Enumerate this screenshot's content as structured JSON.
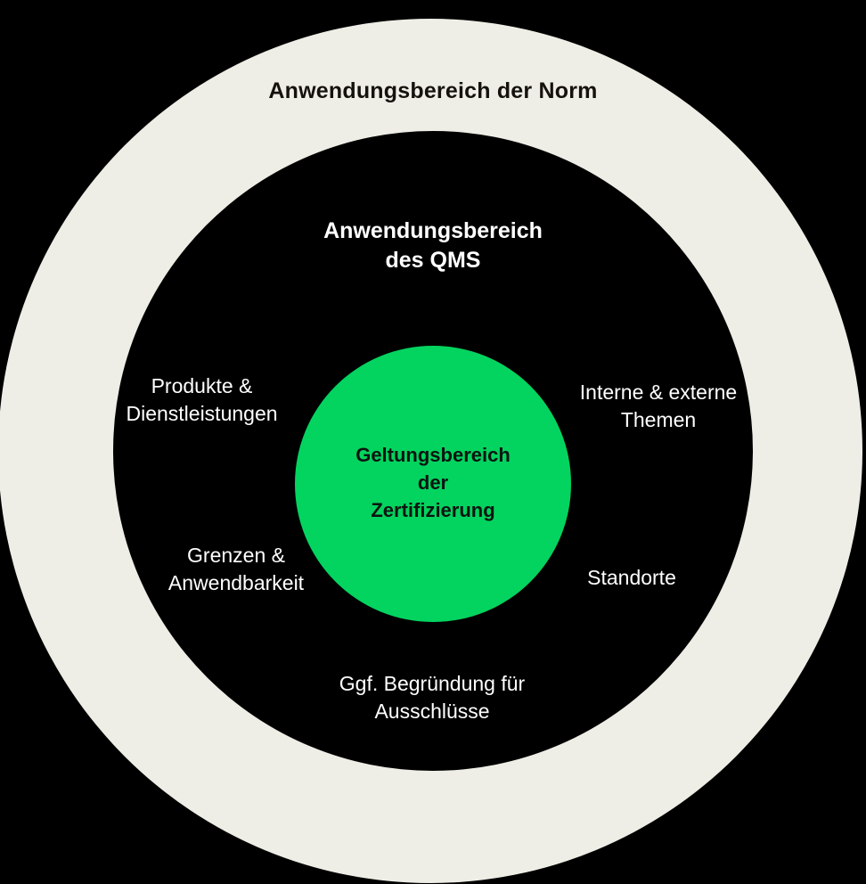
{
  "diagram": {
    "type": "concentric-circles",
    "background_color": "#000000",
    "rings": [
      {
        "name": "outer",
        "label": "Anwendungsbereich der Norm",
        "fill_color": "#EFEEE6",
        "text_color": "#16110D"
      },
      {
        "name": "middle",
        "label": "Anwendungsbereich\ndes QMS",
        "fill_color": "#000000",
        "text_color": "#FFFFFF"
      },
      {
        "name": "inner",
        "label": "Geltungsbereich\nder\nZertifizierung",
        "fill_color": "#03D45F",
        "text_color": "#0B1410"
      }
    ],
    "satellite_labels": [
      {
        "id": "produkte",
        "text": "Produkte &\nDienstleistungen",
        "position": "left-upper"
      },
      {
        "id": "interne",
        "text": "Interne & externe\nThemen",
        "position": "right-upper"
      },
      {
        "id": "grenzen",
        "text": "Grenzen &\nAnwendbarkeit",
        "position": "left-lower"
      },
      {
        "id": "standorte",
        "text": "Standorte",
        "position": "right-lower"
      },
      {
        "id": "ausschluesse",
        "text": "Ggf. Begründung für\nAusschlüsse",
        "position": "bottom-center"
      }
    ]
  }
}
